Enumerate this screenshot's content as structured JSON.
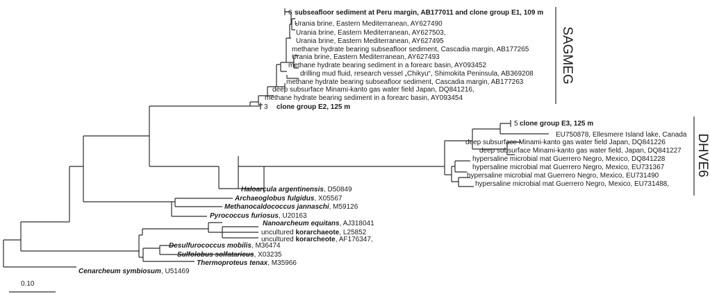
{
  "labels": {
    "t01": "subseafloor sediment at Peru margin, AB177011 and clone group E1, 109 m",
    "t02": "Urania brine, Eastern Mediterranean, AY627490",
    "t03": "Urania brine, Eastern Mediterranean, AY627503,",
    "t04": "Urania brine, Eastern Mediterranean, AY627495",
    "t05": "methane hydrate bearing subseafloor sediment, Cascadia margin, AB177265",
    "t06": "Urania brine, Eastern Mediterranean, AY627493",
    "t07": "methane hydrate bearing sediment in a forearc basin, AY093452",
    "t08": "drilling mud fluid, research vessel „Chikyu“, Shimokita Peninsula, AB369208",
    "t09": "methane hydrate bearing subseafloor sediment, Cascadia margin, AB177263",
    "t10": "deep subsurface Minami-kanto gas water field Japan, DQ841216,",
    "t11": "methane hydrate bearing sediment in a forearc basin, AY093454",
    "t12": "clone group E2, 125 m",
    "t13": "clone group E3, 125 m",
    "t14": "EU750878, Ellesmere Island lake, Canada",
    "t15": "deep subsurface Minami-kanto gas water field Japan, DQ841226",
    "t16": "deep subsurface Minami-kanto gas water field, Japan, DQ841227",
    "t17": "hypersaline microbial mat Guerrero Negro, Mexico, DQ841228",
    "t18": "hypersaline microbial mat Guerrero Negro, Mexico, EU731367",
    "t19": "hypersaline microbial mat Guerrero Negro, Mexico, EU731490",
    "t20": "hypersaline microbial mat Guerrero Negro, Mexico, EU731488,",
    "t21": {
      "name": "Haloarcula argentinensis",
      "acc": ", D50849"
    },
    "t22": {
      "name": "Archaeoglobus fulgidus",
      "acc": ", X05567"
    },
    "t23": {
      "name": "Methanocaldococcus jannaschi",
      "acc": ", M59126"
    },
    "t24": {
      "name": "Pyrococcus furiosus",
      "acc": ", U20163"
    },
    "t25": {
      "name": "Nanoarcheum equitans",
      "acc": ", AJ318041"
    },
    "t26": {
      "pre": "uncultured ",
      "name": "korarchaeote",
      "acc": ", L25852"
    },
    "t27": {
      "pre": "uncultured ",
      "name": "korarcheote",
      "acc": ", AF176347,"
    },
    "t28": {
      "name": "Desulfurococcus mobilis",
      "acc": ", M36474"
    },
    "t29": {
      "name": "Sulfolobus solfataricus",
      "acc": ", X03235"
    },
    "t30": {
      "name": "Thermoproteus tenax",
      "acc": ", M35966"
    },
    "t31": {
      "name": "Cenarcheum symbiosum",
      "acc": ", U51469"
    }
  },
  "collapsed_counts": {
    "e1": "6",
    "e2": "3",
    "e3": "5"
  },
  "groups": {
    "sagmeg": "SAGMEG",
    "dhve6": "DHVE6"
  },
  "scale_bar": {
    "label": "0.10"
  }
}
